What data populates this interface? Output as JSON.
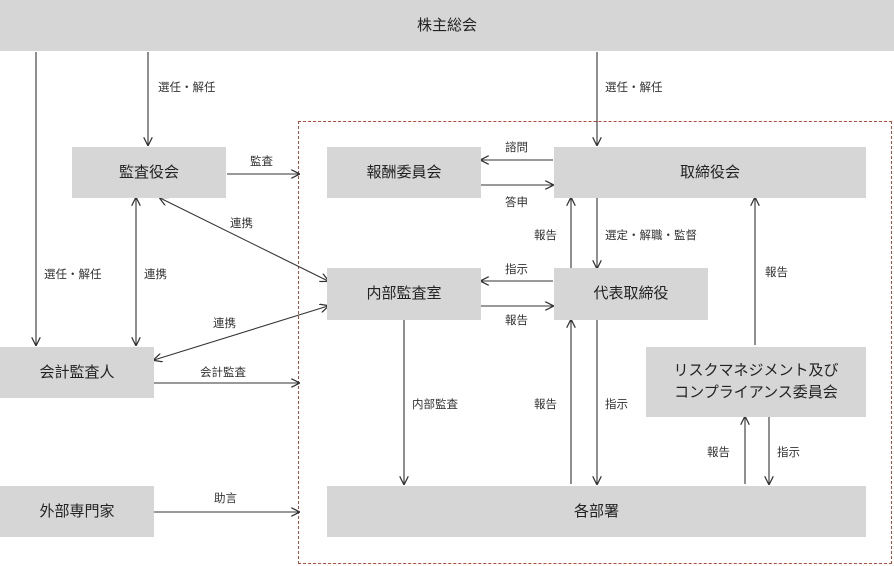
{
  "nodes": {
    "shareholders": "株主総会",
    "audit_board": "監査役会",
    "compensation": "報酬委員会",
    "board": "取締役会",
    "internal_audit": "内部監査室",
    "ceo": "代表取締役",
    "accounting_auditor": "会計監査人",
    "risk_committee": "リスクマネジメント及び\nコンプライアンス委員会",
    "external_experts": "外部専門家",
    "departments": "各部署"
  },
  "labels": {
    "appoint_dismiss": "選任・解任",
    "audit": "監査",
    "consult": "諮問",
    "answer": "答申",
    "cooperate": "連携",
    "report": "報告",
    "select_dismiss_supervise": "選定・解職・監督",
    "instruct": "指示",
    "accounting_audit": "会計監査",
    "internal_audit_action": "内部監査",
    "advice": "助言"
  },
  "colors": {
    "box": "#d6d6d6",
    "line": "#333333",
    "dashed_border": "#b54a3a"
  }
}
